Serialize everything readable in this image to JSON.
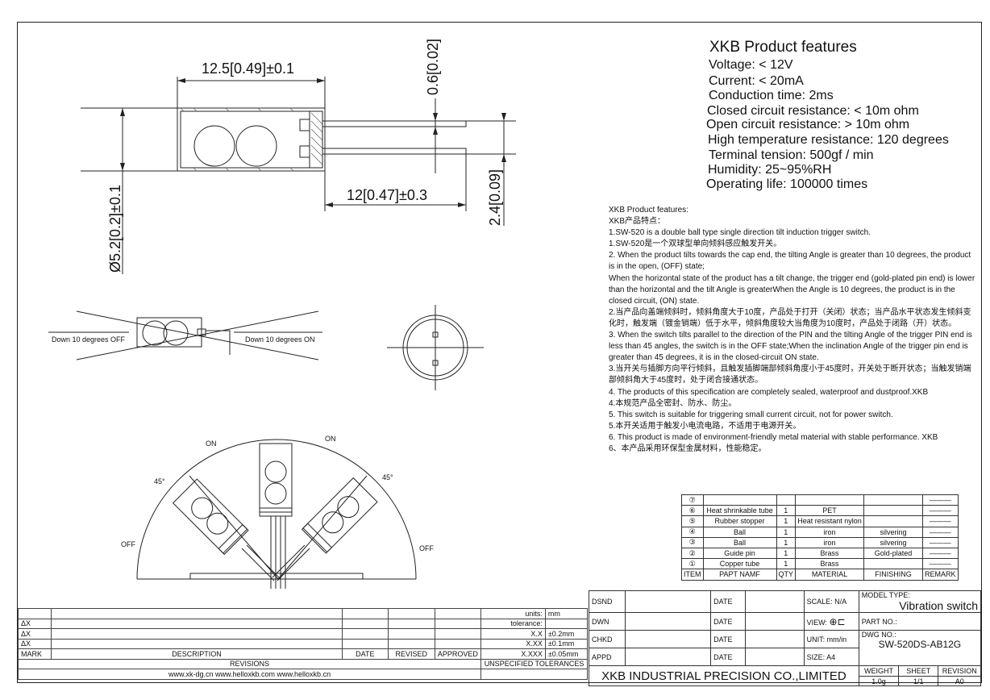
{
  "features": {
    "title": "XKB Product features",
    "lines": [
      "Voltage: < 12V",
      "Current: < 20mA",
      "Conduction time: 2ms",
      "Closed circuit resistance: < 10m ohm",
      "Open circuit resistance: > 10m ohm",
      "High temperature resistance: 120 degrees",
      "Terminal tension: 500gf / min",
      "Humidity: 25~95%RH",
      "Operating life: 100000 times"
    ]
  },
  "description": [
    "XKB  Product features:",
    "XKB产品特点：",
    "1.SW-520 is a double ball type single direction tilt induction trigger switch.",
    "1.SW-520是一个双球型单向倾斜感应触发开关。",
    "2. When the product tilts towards the cap end, the tilting Angle is greater than 10 degrees, the product is in the open, (OFF) state;",
    "When the horizontal state of the product has a tilt change, the trigger end (gold-plated pin end) is lower than the horizontal and the tilt Angle is greaterWhen the Angle is 10 degrees, the product is in the closed circuit, (ON) state.",
    "2.当产品向盖端倾斜时，倾斜角度大于10度，产品处于打开（关闭）状态；当产品水平状态发生倾斜变化时，触发端（镀金销端）低于水平，倾斜角度较大当角度为10度时，产品处于闭路（开）状态。",
    "3. When the switch tilts parallel to the direction of the PIN and the tilting Angle of the trigger PIN end is less than 45 angles, the switch is in the OFF state;When the inclination Angle of the trigger pin end is greater than 45 degrees, it is in the closed-circuit ON state.",
    "3.当开关与插脚方向平行倾斜，且触发插脚端部倾斜角度小于45度时，开关处于断开状态；当触发销端部倾斜角大于45度时，处于闭合接通状态。",
    "4. The products of this specification are completely sealed, waterproof and dustproof.XKB",
    "4.本规范产品全密封、防水、防尘。",
    "5. This switch is suitable for triggering small current circuit, not for power switch.",
    "5.本开关适用于触发小电流电路，不适用于电源开关。",
    "6. This product is made of environment-friendly metal material with stable performance. XKB",
    "6、本产品采用环保型金属材料，性能稳定。"
  ],
  "dimensions": {
    "length": "12.5[0.49]±0.1",
    "pin_dia": "0.6[0.02]",
    "pin_len": "12[0.47]±0.3",
    "pin_pitch": "2.4[0.09]",
    "body_dia": "Ø5.2[0.2]±0.1"
  },
  "tilt_labels": {
    "off": "Down 10 degrees OFF",
    "on": "Down 10 degrees ON"
  },
  "arc_labels": {
    "on_left": "ON",
    "on_right": "ON",
    "deg_left": "45°",
    "deg_right": "45°",
    "off_left": "OFF",
    "off_right": "OFF"
  },
  "bom": {
    "rows": [
      {
        "item": "⑦",
        "name": "",
        "qty": "",
        "material": "",
        "finishing": ""
      },
      {
        "item": "⑥",
        "name": "Heat shrinkable tube",
        "qty": "1",
        "material": "PET",
        "finishing": ""
      },
      {
        "item": "⑤",
        "name": "Rubber stopper",
        "qty": "1",
        "material": "Heat resistant nylon",
        "finishing": ""
      },
      {
        "item": "④",
        "name": "Ball",
        "qty": "1",
        "material": "iron",
        "finishing": "silvering"
      },
      {
        "item": "③",
        "name": "Ball",
        "qty": "1",
        "material": "iron",
        "finishing": "silvering"
      },
      {
        "item": "②",
        "name": "Guide pin",
        "qty": "1",
        "material": "Brass",
        "finishing": "Gold-plated"
      },
      {
        "item": "①",
        "name": "Copper tube",
        "qty": "1",
        "material": "Brass",
        "finishing": ""
      }
    ],
    "header": {
      "item": "ITEM",
      "name": "PAPT NAMF",
      "qty": "QTY",
      "material": "MATERIAL",
      "finishing": "FINISHING",
      "remark": "REMARK"
    }
  },
  "revisions": {
    "delta": "ΔX",
    "mark": "MARK",
    "description": "DESCRIPTION",
    "date": "DATE",
    "revised": "REVISED",
    "approved": "APPROVED",
    "title": "REVISIONS",
    "websites": "www.xk-dg.cn    www.helloxkb.com    www.helloxkb.cn"
  },
  "tolerance": {
    "units_label": "units:",
    "units": "mm",
    "tolerance_label": "tolerance:",
    "rows": [
      {
        "k": "X.X",
        "v": "±0.2mm"
      },
      {
        "k": "X.XX",
        "v": "±0.1mm"
      },
      {
        "k": "X.XXX",
        "v": "±0.05mm"
      }
    ],
    "footer": "UNSPECIFIED TOLERANCES"
  },
  "title_block": {
    "dsnd": "DSND",
    "dwn": "DWN",
    "chkd": "CHKD",
    "appd": "APPD",
    "date": "DATE",
    "scale": "SCALE: N/A",
    "view": "VIEW:",
    "unit": "UNIT: mm/in",
    "size": "SIZE: A4",
    "model_label": "MODEL TYPE:",
    "model": "Vibration switch",
    "part_label": "PART NO.:",
    "dwg_label": "DWG NO.:",
    "dwg": "SW-520DS-AB12G",
    "company": "XKB INDUSTRIAL PRECISION CO.,LIMITED",
    "weight_label": "WEIGHT",
    "weight": "1.0g",
    "sheet_label": "SHEET",
    "sheet": "1/1",
    "revision_label": "REVISION",
    "revision": "A0"
  }
}
